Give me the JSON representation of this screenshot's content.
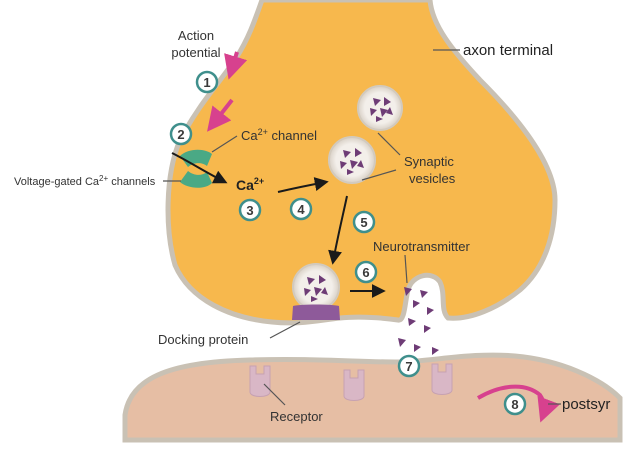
{
  "labels": {
    "action_potential_line1": "Action",
    "action_potential_line2": "potential",
    "axon_terminal": "axon terminal",
    "ca_channel_prefix": "Ca",
    "ca_channel_sup": "2+",
    "ca_channel_suffix": " channel",
    "voltage_gated_prefix": "Voltage-gated Ca",
    "voltage_gated_sup": "2+",
    "voltage_gated_suffix": " channels",
    "ca_ion_base": "Ca",
    "ca_ion_sup": "2+",
    "synaptic_line1": "Synaptic",
    "synaptic_line2": "vesicles",
    "neurotransmitter": "Neurotransmitter",
    "docking_protein": "Docking protein",
    "receptor": "Receptor",
    "postsynaptic": "postsyr"
  },
  "steps": [
    "1",
    "2",
    "3",
    "4",
    "5",
    "6",
    "7",
    "8"
  ],
  "colors": {
    "terminal_fill": "#f7b84d",
    "terminal_stroke": "#c9c1b4",
    "postsynaptic_fill": "#e6bea4",
    "channel": "#4aa985",
    "vesicle_fill": "#f1ede8",
    "vesicle_content": "#6e3c76",
    "magenta_arrow": "#d7418e",
    "step_circle_stroke": "#3f8f8c",
    "receptor_fill": "#d9b7c6",
    "docking_fill": "#8e5a9a"
  }
}
